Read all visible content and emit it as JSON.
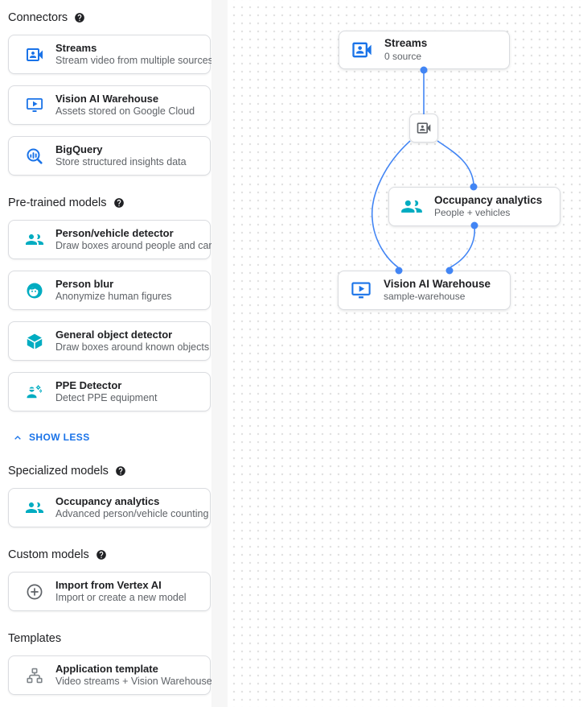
{
  "colors": {
    "accent_blue": "#1a73e8",
    "edge_blue": "#4285f4",
    "model_teal": "#00acc1",
    "icon_gray": "#5f6368",
    "card_border": "#dadce0",
    "title_text": "#202124",
    "subtitle_text": "#5f6368",
    "canvas_dot": "#e2e2e2"
  },
  "sidebar": {
    "show_less": "SHOW LESS",
    "sections": [
      {
        "title": "Connectors",
        "has_help": true,
        "items": [
          {
            "icon": "video-camera-icon",
            "title": "Streams",
            "subtitle": "Stream video from multiple sources"
          },
          {
            "icon": "warehouse-display-icon",
            "title": "Vision AI Warehouse",
            "subtitle": "Assets stored on Google Cloud"
          },
          {
            "icon": "bigquery-search-icon",
            "title": "BigQuery",
            "subtitle": "Store structured insights data"
          }
        ]
      },
      {
        "title": "Pre-trained models",
        "has_help": true,
        "items": [
          {
            "icon": "people-icon",
            "title": "Person/vehicle detector",
            "subtitle": "Draw boxes around people and cars"
          },
          {
            "icon": "face-blur-icon",
            "title": "Person blur",
            "subtitle": "Anonymize human figures"
          },
          {
            "icon": "cube-icon",
            "title": "General object detector",
            "subtitle": "Draw boxes around known objects"
          },
          {
            "icon": "ppe-person-icon",
            "title": "PPE Detector",
            "subtitle": "Detect PPE equipment"
          }
        ]
      },
      {
        "title": "Specialized models",
        "has_help": true,
        "items": [
          {
            "icon": "people-icon",
            "title": "Occupancy analytics",
            "subtitle": "Advanced person/vehicle counting"
          }
        ]
      },
      {
        "title": "Custom models",
        "has_help": true,
        "items": [
          {
            "icon": "add-circle-icon",
            "title": "Import from Vertex AI",
            "subtitle": "Import or create a new model"
          }
        ]
      },
      {
        "title": "Templates",
        "has_help": false,
        "items": [
          {
            "icon": "app-template-tree-icon",
            "title": "Application template",
            "subtitle": "Video streams + Vision Warehouse"
          }
        ]
      }
    ]
  },
  "canvas": {
    "nodes": {
      "streams": {
        "icon": "video-camera-icon",
        "title": "Streams",
        "subtitle": "0 source"
      },
      "processor": {
        "icon": "video-camera-icon"
      },
      "occupancy": {
        "icon": "people-icon",
        "title": "Occupancy analytics",
        "subtitle": "People + vehicles"
      },
      "warehouse": {
        "icon": "warehouse-display-icon",
        "title": "Vision AI Warehouse",
        "subtitle": "sample-warehouse"
      }
    },
    "edges": [
      {
        "from": "streams",
        "to": "processor"
      },
      {
        "from": "processor",
        "to": "warehouse"
      },
      {
        "from": "processor",
        "to": "occupancy"
      },
      {
        "from": "occupancy",
        "to": "warehouse"
      }
    ]
  }
}
